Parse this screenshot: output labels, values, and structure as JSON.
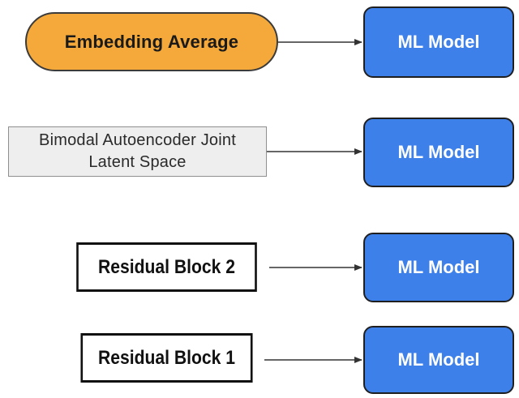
{
  "inputs": [
    {
      "label": "Embedding Average"
    },
    {
      "label_lines": [
        "Bimodal Autoencoder Joint",
        "Latent Space"
      ]
    },
    {
      "label": "Residual Block 2"
    },
    {
      "label": "Residual Block 1"
    }
  ],
  "models": [
    {
      "label": "ML Model"
    },
    {
      "label": "ML Model"
    },
    {
      "label": "ML Model"
    },
    {
      "label": "ML Model"
    }
  ],
  "colors": {
    "embedding_fill": "#f4a93a",
    "model_fill": "#3e80ea",
    "autoencoder_fill": "#eeeeee",
    "residual_fill": "#ffffff"
  }
}
